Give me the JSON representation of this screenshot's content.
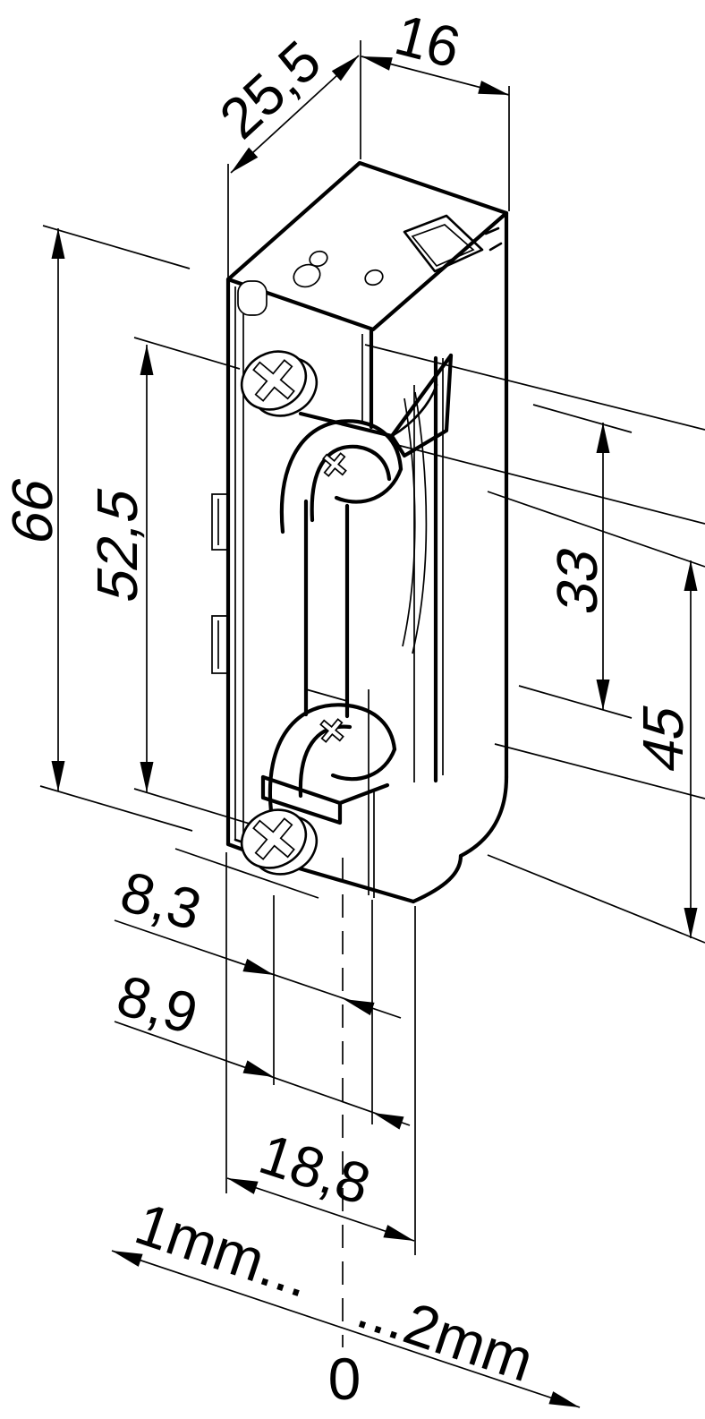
{
  "meta": {
    "type": "isometric technical dimension drawing of an electric door strike",
    "units": "mm (comma decimal separator)",
    "background": "#ffffff",
    "line_color": "#000000"
  },
  "dimensions": {
    "depth_top": "25,5",
    "width_top": "16",
    "overall_height": "66",
    "plate_span": "52,5",
    "keeper_span": "33",
    "housing_span": "45",
    "offset_small": "8,3",
    "offset_large": "8,9",
    "total_depth": "18,8",
    "adjust_min": "1mm...",
    "adjust_max": "...2mm",
    "datum_zero": "0"
  }
}
